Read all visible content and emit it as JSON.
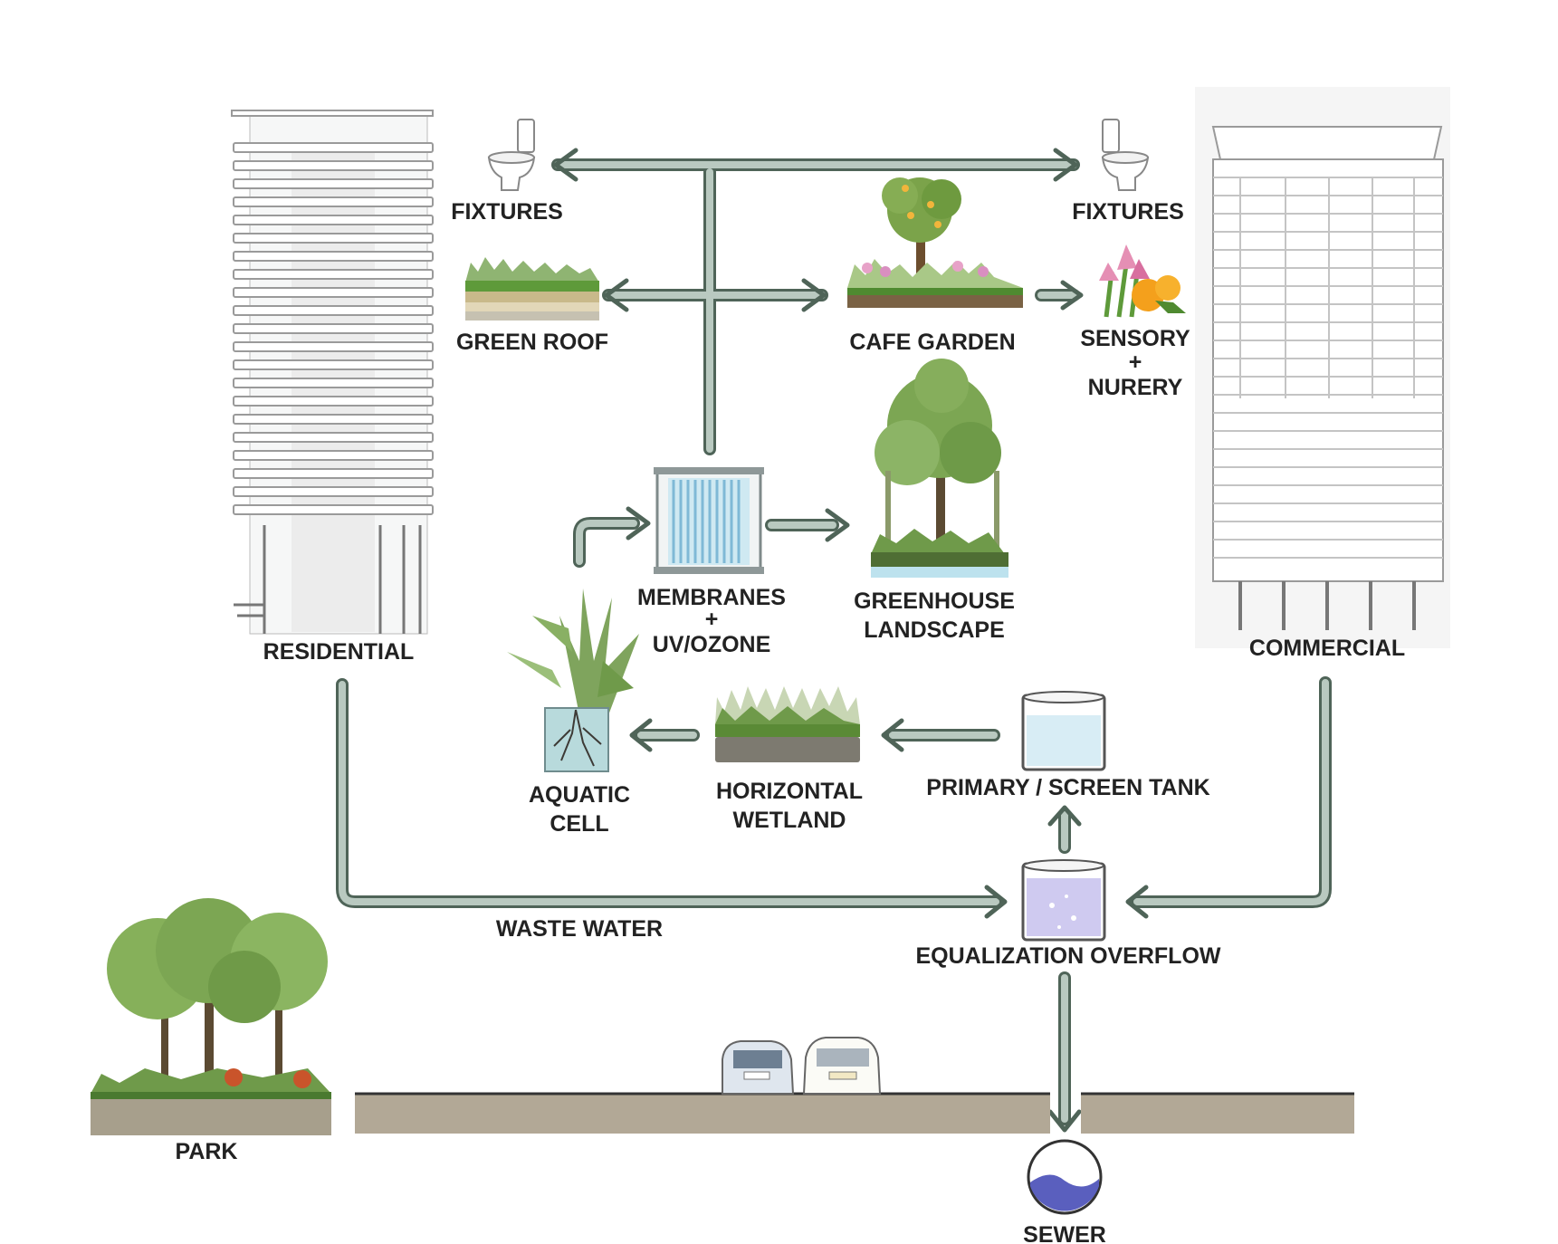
{
  "diagram": {
    "labels": {
      "residential": "RESIDENTIAL",
      "commercial": "COMMERCIAL",
      "fixtures_left": "FIXTURES",
      "fixtures_right": "FIXTURES",
      "green_roof": "GREEN ROOF",
      "cafe_garden": "CAFE GARDEN",
      "sensory_line1": "SENSORY",
      "sensory_line2": "+",
      "sensory_line3": "NURERY",
      "membranes_line1": "MEMBRANES",
      "membranes_line2": "+",
      "membranes_line3": "UV/OZONE",
      "greenhouse_line1": "GREENHOUSE",
      "greenhouse_line2": "LANDSCAPE",
      "aquatic_line1": "AQUATIC",
      "aquatic_line2": "CELL",
      "wetland_line1": "HORIZONTAL",
      "wetland_line2": "WETLAND",
      "primary_tank": "PRIMARY / SCREEN TANK",
      "waste_water": "WASTE WATER",
      "equalization": "EQUALIZATION OVERFLOW",
      "park": "PARK",
      "sewer": "SEWER"
    },
    "colors": {
      "pipe_fill": "#b9c9c0",
      "pipe_stroke": "#4f6458",
      "foliage": "#6f9a4a",
      "soil": "#8a7a5e",
      "water": "#bcdcea",
      "tank_water": "#cfcaf0"
    },
    "icons": [
      "residential-tower-icon",
      "commercial-tower-icon",
      "toilet-icon",
      "green-roof-icon",
      "cafe-garden-icon",
      "sensory-flowers-icon",
      "membrane-icon",
      "greenhouse-icon",
      "aquatic-cell-icon",
      "wetland-icon",
      "primary-tank-icon",
      "equalization-tank-icon",
      "park-trees-icon",
      "car-icon",
      "sewer-icon"
    ]
  }
}
